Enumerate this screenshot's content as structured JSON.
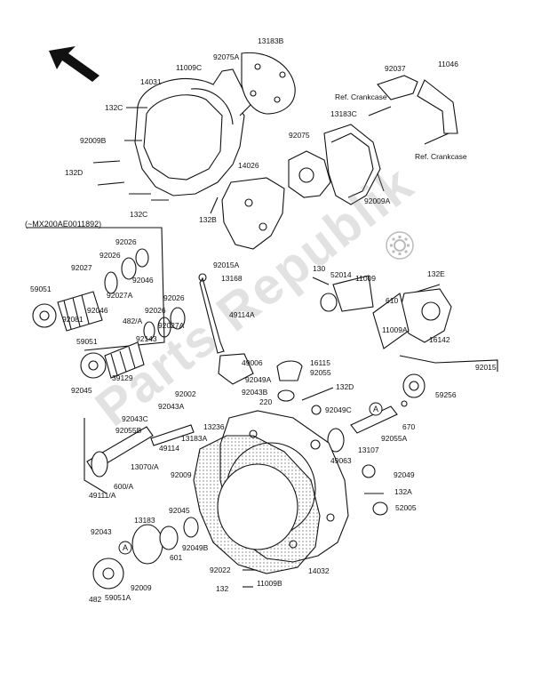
{
  "watermark": "Parts Republik",
  "note_range": "(~MX200AE0011892)",
  "labels": {
    "l13183B": "13183B",
    "l11009C": "11009C",
    "l92075A": "92075A",
    "l14031": "14031",
    "l92037": "92037",
    "l11046": "11046",
    "l132C_a": "132C",
    "l92009B": "92009B",
    "l132D": "132D",
    "l132C_b": "132C",
    "l92075": "92075",
    "l13183C": "13183C",
    "refCrank1": "Ref. Crankcase",
    "refCrank2": "Ref. Crankcase",
    "l14026": "14026",
    "l132B": "132B",
    "l92009A_a": "92009A",
    "l92026_a": "92026",
    "l92026_b": "92026",
    "l92027": "92027",
    "l92046_a": "92046",
    "l59051_a": "59051",
    "l92081": "92081",
    "l92046_b": "92046",
    "l92027A_a": "92027A",
    "l92015A": "92015A",
    "l13168": "13168",
    "l130": "130",
    "l52014": "52014",
    "l11009": "11009",
    "l132E": "132E",
    "l92026_c": "92026",
    "l92026_d": "92026",
    "l49114A": "49114A",
    "l482A": "482/A",
    "l59051_b": "59051",
    "l92143": "92143",
    "l92027A_b": "92027A",
    "l610": "610",
    "l11009A": "11009A",
    "l16142": "16142",
    "l39129": "39129",
    "l92045_a": "92045",
    "l49006": "49006",
    "l16115": "16115",
    "l92055": "92055",
    "l92015": "92015",
    "l92049A": "92049A",
    "l132D_b": "132D",
    "l92002": "92002",
    "l92043B": "92043B",
    "l92043A": "92043A",
    "l220": "220",
    "l92049C": "92049C",
    "l59256": "59256",
    "l92043C": "92043C",
    "l670": "670",
    "l92055B": "92055B",
    "l13236": "13236",
    "l92055A": "92055A",
    "l13183A": "13183A",
    "l49063": "49063",
    "l13107": "13107",
    "l49114": "49114",
    "l13070A": "13070/A",
    "l92049": "92049",
    "l92009_a": "92009",
    "l132A": "132A",
    "l600A": "600/A",
    "l49111A": "49111/A",
    "l52005": "52005",
    "l92045_b": "92045",
    "l13183": "13183",
    "l92043": "92043",
    "l92049B": "92049B",
    "l601": "601",
    "l92022": "92022",
    "l14032": "14032",
    "l132": "132",
    "l11009B": "11009B",
    "l92009_b": "92009",
    "l59051A": "59051A",
    "l482": "482",
    "circleA1": "A",
    "circleA2": "A"
  }
}
